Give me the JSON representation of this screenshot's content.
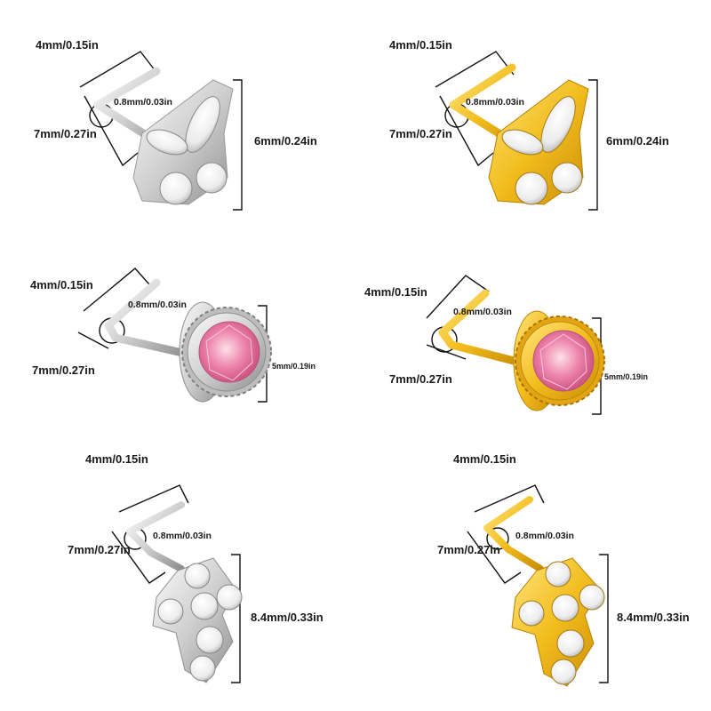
{
  "colors": {
    "silver_light": "#f2f2f2",
    "silver_mid": "#c9c9c9",
    "silver_dark": "#8f8f8f",
    "gold_light": "#ffe27a",
    "gold_mid": "#f2bd1e",
    "gold_dark": "#c98d06",
    "gem_pink": "#e8749e",
    "gem_clear": "#f4f4f4",
    "dimension_line": "#111111"
  },
  "products": [
    {
      "shape": "butterfly",
      "metal": "silver",
      "labels": {
        "top_length": "4mm/0.15in",
        "wire": "0.8mm/0.03in",
        "side_length": "7mm/0.27in",
        "height": "6mm/0.24in"
      }
    },
    {
      "shape": "butterfly",
      "metal": "gold",
      "labels": {
        "top_length": "4mm/0.15in",
        "wire": "0.8mm/0.03in",
        "side_length": "7mm/0.27in",
        "height": "6mm/0.24in"
      }
    },
    {
      "shape": "round-pink",
      "metal": "silver",
      "labels": {
        "top_length": "4mm/0.15in",
        "wire": "0.8mm/0.03in",
        "side_length": "7mm/0.27in",
        "height": "5mm/0.19in"
      }
    },
    {
      "shape": "round-pink",
      "metal": "gold",
      "labels": {
        "top_length": "4mm/0.15in",
        "wire": "0.8mm/0.03in",
        "side_length": "7mm/0.27in",
        "height": "5mm/0.19in"
      }
    },
    {
      "shape": "cross",
      "metal": "silver",
      "labels": {
        "top_length": "4mm/0.15in",
        "wire": "0.8mm/0.03in",
        "side_length": "7mm/0.27in",
        "height": "8.4mm/0.33in"
      }
    },
    {
      "shape": "cross",
      "metal": "gold",
      "labels": {
        "top_length": "4mm/0.15in",
        "wire": "0.8mm/0.03in",
        "side_length": "7mm/0.27in",
        "height": "8.4mm/0.33in"
      }
    }
  ]
}
